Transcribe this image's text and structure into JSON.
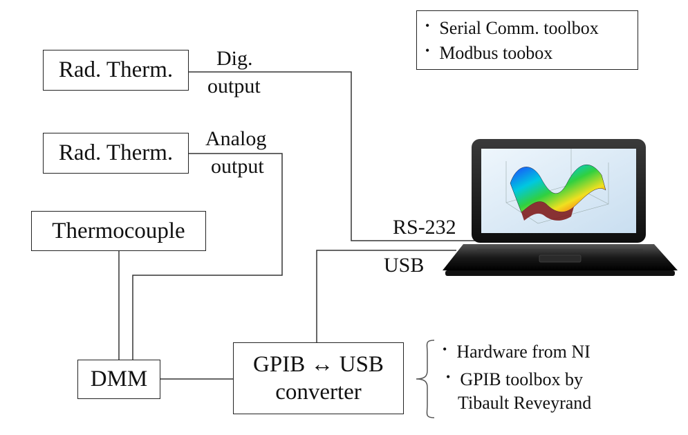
{
  "sensors": {
    "rad_therm_1": "Rad. Therm.",
    "rad_therm_2": "Rad. Therm.",
    "thermocouple": "Thermocouple",
    "dmm": "DMM",
    "gpib_line1": "GPIB ↔ USB",
    "gpib_line2": "converter"
  },
  "signals": {
    "dig_line1": "Dig.",
    "dig_line2": "output",
    "analog_line1": "Analog",
    "analog_line2": "output",
    "rs232": "RS-232",
    "usb": "USB"
  },
  "software_box": {
    "items": [
      "Serial Comm. toolbox",
      "Modbus toobox"
    ]
  },
  "gpib_notes": {
    "items": [
      "Hardware from NI",
      "GPIB toolbox by",
      "Tibault Reveyrand"
    ]
  }
}
